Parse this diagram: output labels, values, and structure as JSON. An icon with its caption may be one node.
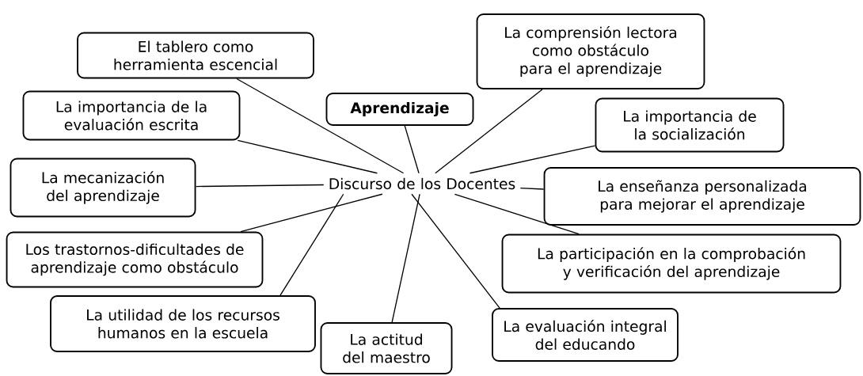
{
  "diagram": {
    "nodes": [
      {
        "text": [
          "Discurso de los Docentes"
        ]
      },
      {
        "text": [
          "Aprendizaje"
        ]
      },
      {
        "text": [
          "El tablero como herramienta escencial"
        ]
      },
      {
        "text": [
          "La comprensión lectora como obstáculo para el aprendizaje"
        ]
      },
      {
        "text": [
          "La importancia de la evaluación escrita"
        ]
      },
      {
        "text": [
          "La importancia de la socialización"
        ]
      },
      {
        "text": [
          "La mecanización del aprendizaje"
        ]
      },
      {
        "text": [
          "La enseñanza personalizada para mejorar el aprendizaje"
        ]
      },
      {
        "text": [
          "Los trastornos-dificultades de aprendizaje como obstáculo"
        ]
      },
      {
        "text": [
          "La participación en la comprobación y verificación del aprendizaje"
        ]
      },
      {
        "text": [
          "La utilidad de los recursos humanos en la escuela"
        ]
      },
      {
        "text": [
          "La actitud del maestro"
        ]
      },
      {
        "text": [
          "La evaluación integral del educando"
        ]
      }
    ],
    "edges": [
      {
        "from": 0,
        "to": 1,
        "arrow": "none"
      },
      {
        "from": 0,
        "to": 2,
        "arrow": "none"
      },
      {
        "from": 0,
        "to": 3,
        "arrow": "none"
      },
      {
        "from": 0,
        "to": 4,
        "arrow": "none"
      },
      {
        "from": 0,
        "to": 5,
        "arrow": "none"
      },
      {
        "from": 0,
        "to": 6,
        "arrow": "none"
      },
      {
        "from": 0,
        "to": 7,
        "arrow": "none"
      },
      {
        "from": 0,
        "to": 8,
        "arrow": "none"
      },
      {
        "from": 0,
        "to": 9,
        "arrow": "none"
      },
      {
        "from": 0,
        "to": 10,
        "arrow": "none"
      },
      {
        "from": 0,
        "to": 11,
        "arrow": "none"
      },
      {
        "from": 0,
        "to": 12,
        "arrow": "none"
      }
    ]
  }
}
